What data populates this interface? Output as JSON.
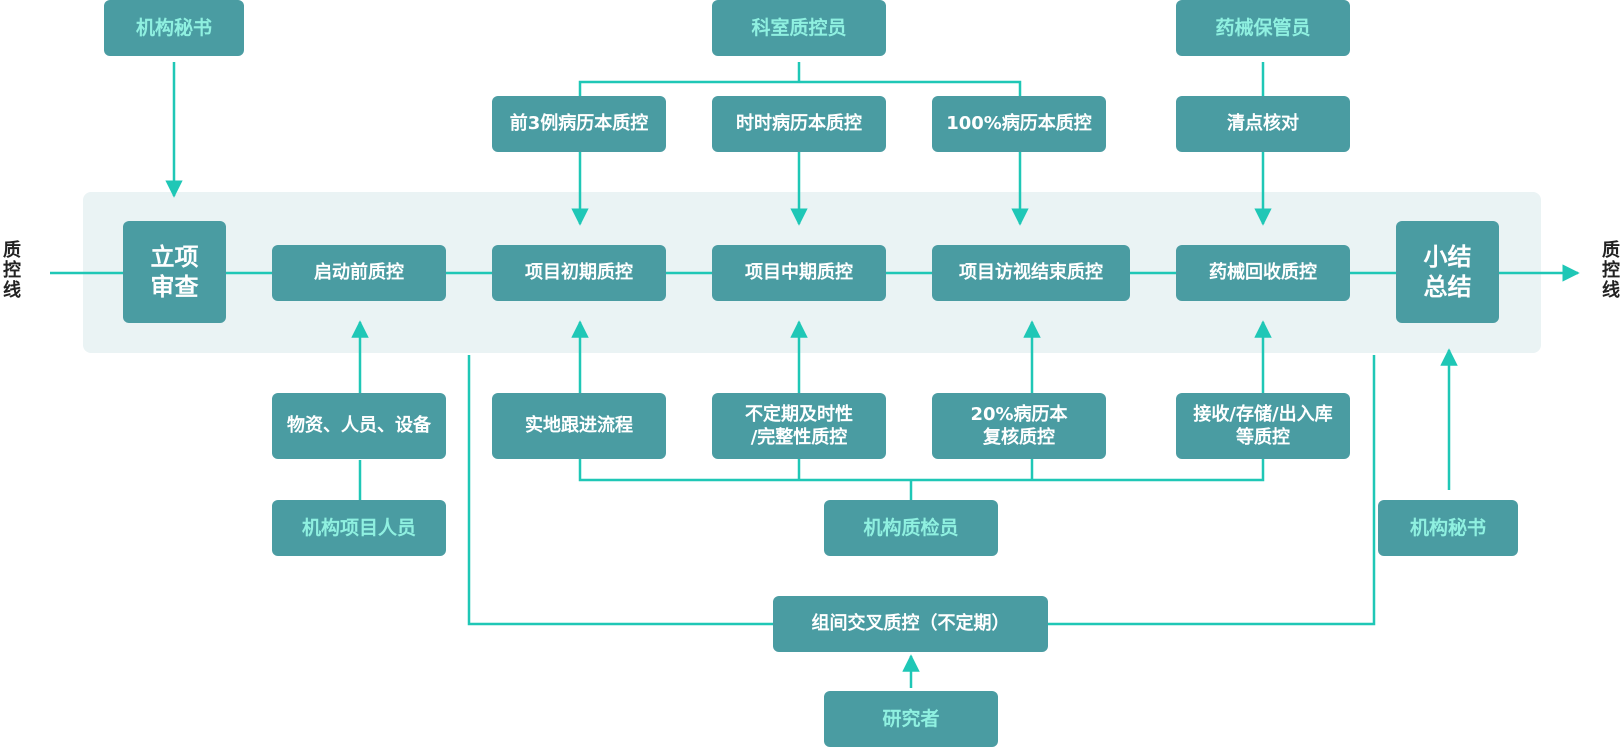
{
  "colors": {
    "box": "#4a9ca2",
    "line": "#1fc7b6",
    "band": "#eaf3f4",
    "role_text": "#8ff0e0"
  },
  "side_labels": {
    "left": "质\n控\n线",
    "right": "质\n控\n线"
  },
  "roles": {
    "secretary_top": "机构秘书",
    "dept_qc": "科室质控员",
    "drug_keeper": "药械保管员",
    "project_staff": "机构项目人员",
    "qc_inspector": "机构质检员",
    "secretary_bottom": "机构秘书",
    "researcher": "研究者"
  },
  "main_flow": {
    "review": "立项\n审查",
    "pre_start": "启动前质控",
    "early": "项目初期质控",
    "mid": "项目中期质控",
    "visit_end": "项目访视结束质控",
    "drug_recovery": "药械回收质控",
    "summary": "小结\n总结"
  },
  "top_tasks": {
    "first3": "前3例病历本质控",
    "realtime": "时时病历本质控",
    "full100": "100%病历本质控",
    "inventory": "清点核对"
  },
  "bottom_tasks": {
    "materials": "物资、人员、设备",
    "onsite": "实地跟进流程",
    "irregular": "不定期及时性\n/完整性质控",
    "recheck20": "20%病历本\n复核质控",
    "storage": "接收/存储/出入库\n等质控"
  },
  "cross_qc": "组间交叉质控（不定期）"
}
